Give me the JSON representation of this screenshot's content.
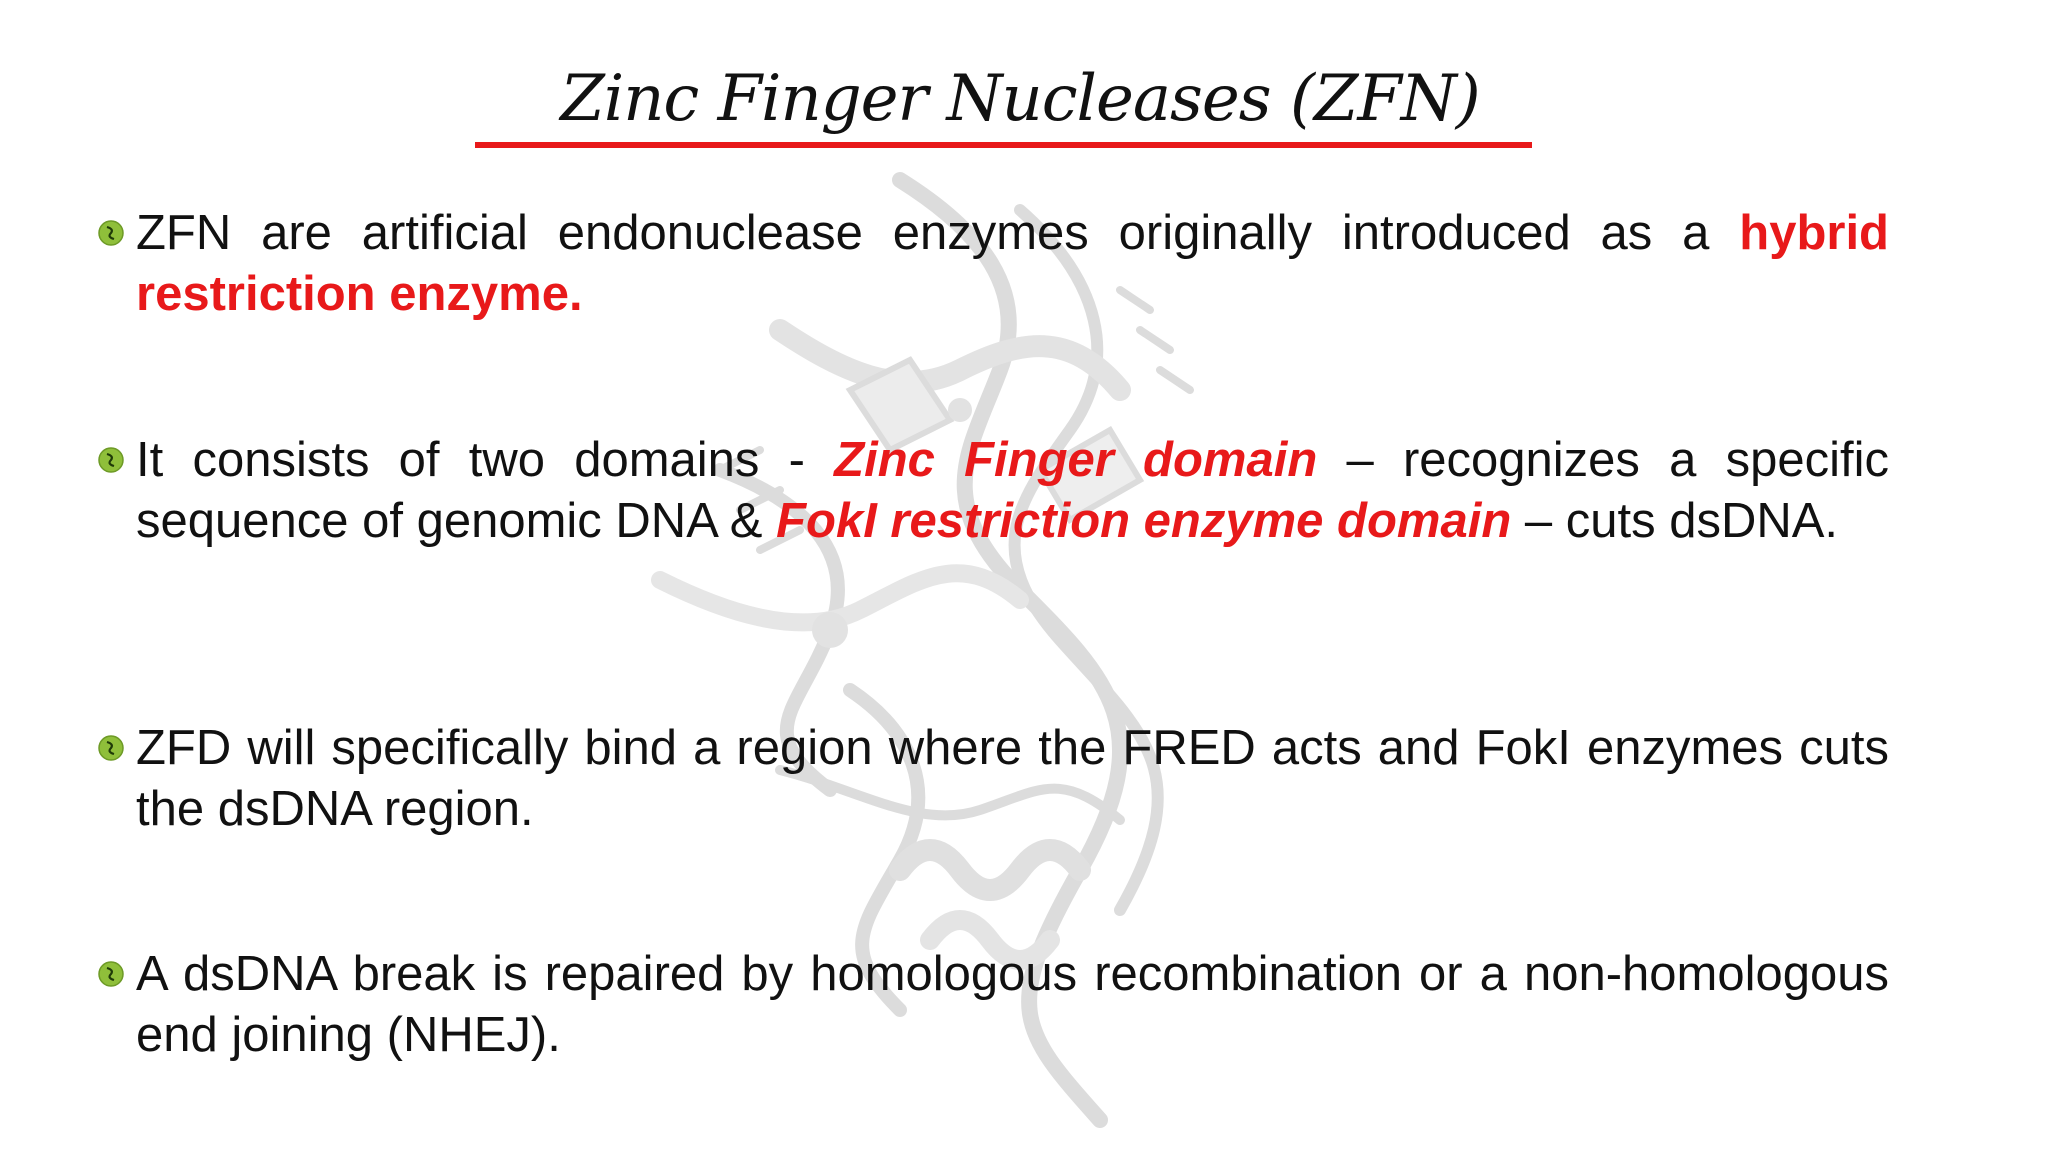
{
  "slide": {
    "title": "Zinc Finger Nucleases (ZFN)",
    "accent_color": "#e8191a",
    "bullet_icon": "green-leaf-bullet-icon",
    "background_image": "protein-dna-structure",
    "bullets": [
      {
        "parts": [
          "ZFN are artificial endonuclease enzymes originally introduced as a ",
          "hybrid restriction enzyme."
        ]
      },
      {
        "parts": [
          "It consists of two domains - ",
          "Zinc Finger domain",
          " – recognizes a specific sequence of genomic DNA  & ",
          "FokI restriction enzyme domain",
          " – cuts dsDNA."
        ]
      },
      {
        "parts": [
          "ZFD will specifically bind a region where the FRED acts and FokI enzymes cuts the dsDNA region."
        ]
      },
      {
        "parts": [
          "A dsDNA break is repaired by homologous recombination or a non-homologous end joining (NHEJ)."
        ]
      }
    ]
  }
}
